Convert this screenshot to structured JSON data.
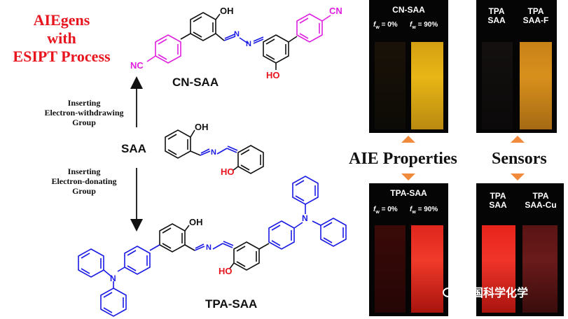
{
  "heading": [
    "AIEgens",
    "with",
    "ESIPT Process"
  ],
  "compounds": {
    "top": "CN-SAA",
    "middle": "SAA",
    "bottom": "TPA-SAA"
  },
  "arrow_up_label": [
    "Inserting",
    "Electron-withdrawing",
    "Group"
  ],
  "arrow_down_label": [
    "Inserting",
    "Electron-donating",
    "Group"
  ],
  "atoms": {
    "oh": "OH",
    "ho": "HO",
    "n": "N",
    "cn": "CN",
    "nc": "NC"
  },
  "photos": {
    "cn_saa": {
      "title": "CN-SAA",
      "fw_left": "f",
      "fw_left_val": "= 0%",
      "fw_right_val": "= 90%",
      "sub": "w"
    },
    "tpa_saa_f": {
      "left": [
        "TPA",
        "SAA"
      ],
      "right": [
        "TPA",
        "SAA-F"
      ]
    },
    "tpa_saa": {
      "title": "TPA-SAA",
      "fw_left_val": "= 0%",
      "fw_right_val": "= 90%"
    },
    "tpa_saa_cu": {
      "left": [
        "TPA",
        "SAA"
      ],
      "right": [
        "TPA",
        "SAA-Cu"
      ]
    }
  },
  "center_labels": {
    "aie": "AIE Properties",
    "sensors": "Sensors"
  },
  "watermark": "中国科学化学",
  "colors": {
    "red": "#e8141e",
    "magenta": "#e020e0",
    "blue": "#1a1ae6",
    "orange": "#f08a3c"
  }
}
